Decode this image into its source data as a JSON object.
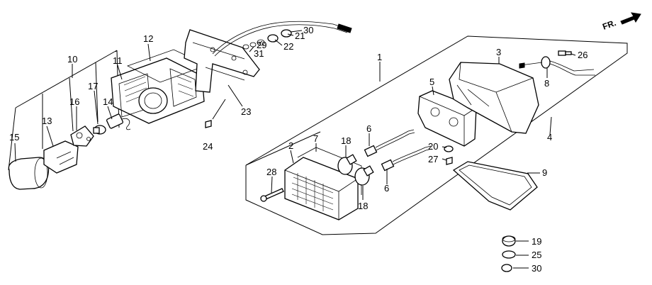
{
  "direction_label": "FR.",
  "callouts": [
    "1",
    "2",
    "3",
    "4",
    "5",
    "6",
    "6",
    "7",
    "8",
    "9",
    "10",
    "11",
    "12",
    "13",
    "14",
    "15",
    "16",
    "17",
    "18",
    "18",
    "19",
    "20",
    "21",
    "22",
    "23",
    "24",
    "25",
    "26",
    "27",
    "28",
    "29",
    "30",
    "30",
    "31"
  ]
}
